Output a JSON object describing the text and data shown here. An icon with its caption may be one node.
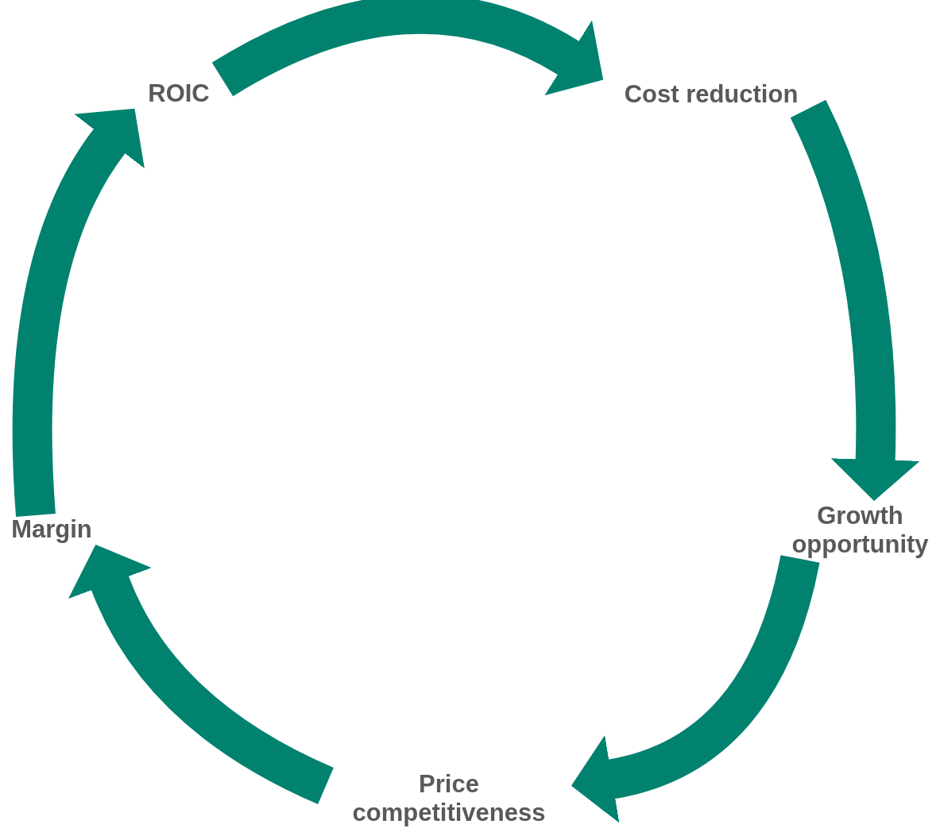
{
  "diagram": {
    "nodes": [
      {
        "text": [
          "ROIC"
        ]
      },
      {
        "text": [
          "Cost reduction"
        ]
      },
      {
        "text": [
          "Growth opportunity"
        ]
      },
      {
        "text": [
          "Price competitiveness"
        ]
      },
      {
        "text": [
          "Margin"
        ]
      }
    ],
    "edges": [
      {
        "from": 0,
        "to": 1,
        "arrow": "to"
      },
      {
        "from": 1,
        "to": 2,
        "arrow": "to"
      },
      {
        "from": 2,
        "to": 3,
        "arrow": "to"
      },
      {
        "from": 3,
        "to": 4,
        "arrow": "to"
      },
      {
        "from": 4,
        "to": 0,
        "arrow": "to"
      }
    ]
  }
}
